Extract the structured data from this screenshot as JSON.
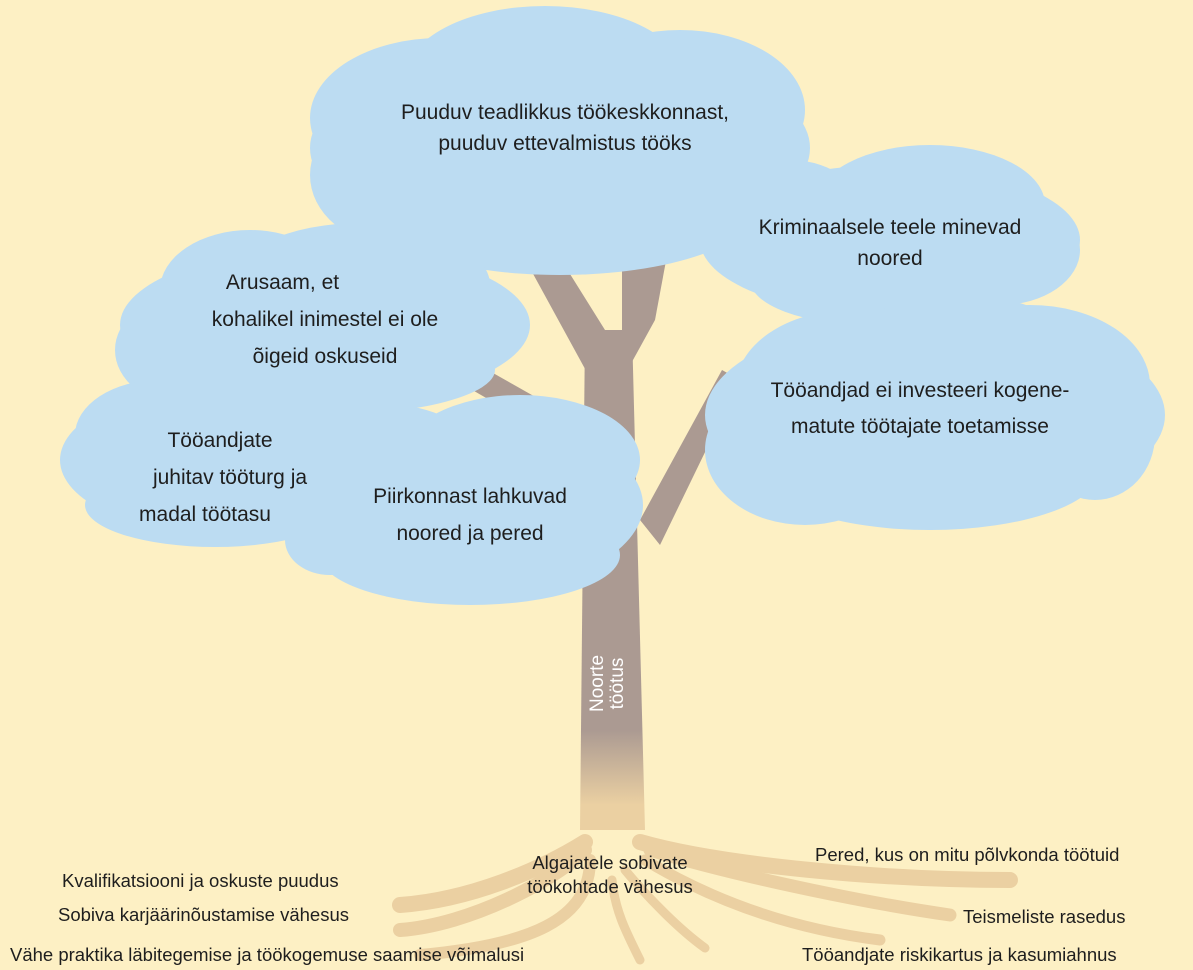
{
  "colors": {
    "background": "#fdf0c4",
    "cloud": "#bcdcf2",
    "trunk": "#ab9a92",
    "root": "#ebd0a2"
  },
  "trunk": {
    "line1": "Noorte",
    "line2": "töötus"
  },
  "crown": {
    "top": [
      "Puuduv teadlikkus töökeskkonnast,",
      "puuduv ettevalmistus tööks"
    ],
    "right_top": [
      "Kriminaalsele teele minevad",
      "noored"
    ],
    "left_top": [
      "Arusaam, et",
      "kohalikel inimestel ei ole",
      "õigeid oskuseid"
    ],
    "right_mid": [
      "Tööandjad ei investeeri kogene-",
      "matute töötajate toetamisse"
    ],
    "left_low": [
      "Tööandjate",
      "juhitav tööturg ja",
      "madal töötasu"
    ],
    "center_low": [
      "Piirkonnast lahkuvad",
      "noored ja pered"
    ]
  },
  "roots": {
    "center": [
      "Algajatele sobivate",
      "töökohtade vähesus"
    ],
    "left_1": "Kvalifikatsiooni ja oskuste puudus",
    "left_2": "Sobiva karjäärinõustamise vähesus",
    "left_3": "Vähe praktika läbitegemise ja töökogemuse saamise võimalusi",
    "right_1": "Pered, kus on mitu põlvkonda töötuid",
    "right_2": "Teismeliste rasedus",
    "right_3": "Tööandjate riskikartus ja kasumiahnus"
  }
}
